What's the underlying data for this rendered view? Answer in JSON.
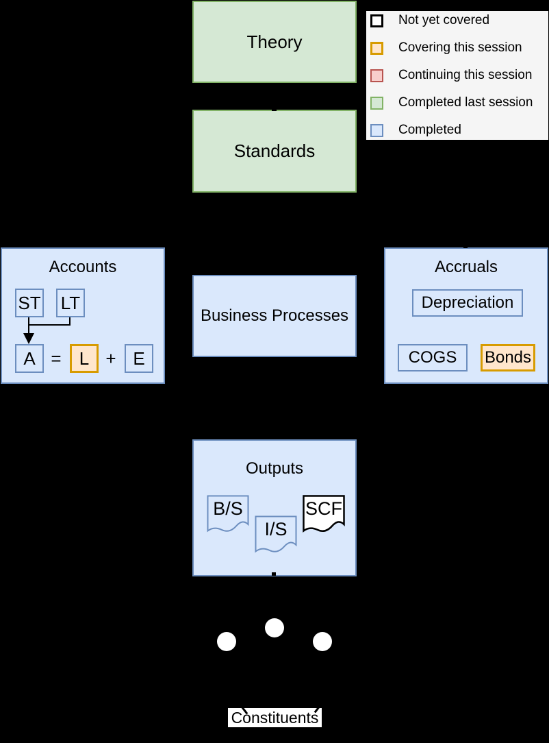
{
  "background": "#000000",
  "palette": {
    "not_yet_covered": {
      "fill": "#ffffff",
      "border": "#000000"
    },
    "covering_this_session": {
      "fill": "#ffe6cc",
      "border": "#d79b00"
    },
    "continuing_this_session": {
      "fill": "#f8cecc",
      "border": "#b85450"
    },
    "completed_last_session": {
      "fill": "#d5e8d4",
      "border": "#82b366"
    },
    "completed": {
      "fill": "#dae8fc",
      "border": "#6c8ebf"
    }
  },
  "legend": {
    "background": "#f5f5f5",
    "items": [
      {
        "label": "Not yet covered",
        "status": "not_yet_covered",
        "fill": "#ffffff",
        "border": "#000000"
      },
      {
        "label": "Covering this session",
        "status": "covering_this_session",
        "fill": "#ffe6cc",
        "border": "#d79b00"
      },
      {
        "label": "Continuing this session",
        "status": "continuing_this_session",
        "fill": "#f8cecc",
        "border": "#b85450"
      },
      {
        "label": "Completed last session",
        "status": "completed_last_session",
        "fill": "#d5e8d4",
        "border": "#82b366"
      },
      {
        "label": "Completed",
        "status": "completed",
        "fill": "#dae8fc",
        "border": "#6c8ebf"
      }
    ]
  },
  "nodes": {
    "theory": {
      "label": "Theory",
      "status": "completed_last_session"
    },
    "standards": {
      "label": "Standards",
      "status": "completed_last_session"
    },
    "accounts": {
      "title": "Accounts",
      "status": "completed",
      "st": {
        "label": "ST",
        "status": "completed"
      },
      "lt": {
        "label": "LT",
        "status": "completed"
      },
      "a": {
        "label": "A",
        "status": "completed"
      },
      "equals": "=",
      "l": {
        "label": "L",
        "status": "covering_this_session"
      },
      "plus": "+",
      "e": {
        "label": "E",
        "status": "completed"
      }
    },
    "business_processes": {
      "label": "Business Processes",
      "status": "completed"
    },
    "accruals": {
      "title": "Accruals",
      "status": "completed",
      "depreciation": {
        "label": "Depreciation",
        "status": "completed"
      },
      "cogs": {
        "label": "COGS",
        "status": "completed"
      },
      "bonds": {
        "label": "Bonds",
        "status": "covering_this_session"
      }
    },
    "outputs": {
      "title": "Outputs",
      "status": "completed",
      "documents": [
        {
          "label": "B/S",
          "status": "completed"
        },
        {
          "label": "I/S",
          "status": "completed"
        },
        {
          "label": "SCF",
          "status": "not_yet_covered"
        }
      ]
    },
    "constituents": {
      "label": "Constituents",
      "actor_count": 3
    }
  }
}
